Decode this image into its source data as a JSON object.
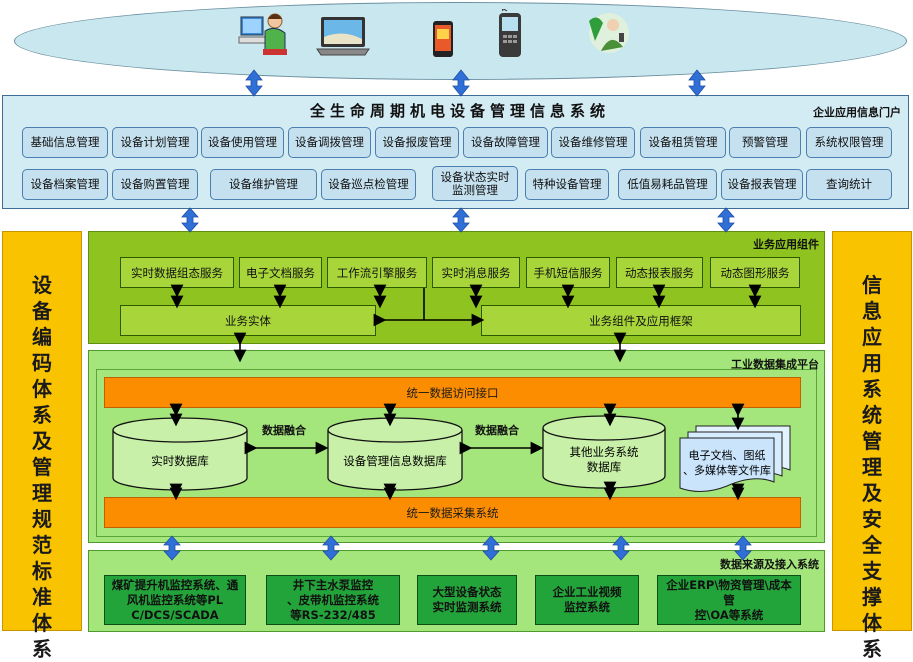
{
  "portal": {
    "title": "全生命周期机电设备管理信息系统",
    "corner_label": "企业应用信息门户",
    "modules_row1": [
      "基础信息管理",
      "设备计划管理",
      "设备使用管理",
      "设备调拨管理",
      "设备报废管理",
      "设备故障管理",
      "设备维修管理",
      "设备租赁管理",
      "预警管理",
      "系统权限管理"
    ],
    "modules_row2": [
      "设备档案管理",
      "设备购置管理",
      "设备维护管理",
      "设备巡点检管理",
      "设备状态实时监测管理",
      "特种设备管理",
      "低值易耗品管理",
      "设备报表管理",
      "查询统计"
    ]
  },
  "side_left": "设备编码体系及管理规范标准体系",
  "side_right": "信息应用系统管理及安全支撑体系",
  "business": {
    "corner_label": "业务应用组件",
    "services": [
      "实时数据组态服务",
      "电子文档服务",
      "工作流引擎服务",
      "实时消息服务",
      "手机短信服务",
      "动态报表服务",
      "动态图形服务"
    ],
    "entity": "业务实体",
    "framework": "业务组件及应用框架"
  },
  "platform": {
    "corner_label": "工业数据集成平台",
    "access_interface": "统一数据访问接口",
    "collect_system": "统一数据采集系统",
    "fusion_labels": [
      "数据融合",
      "数据融合"
    ],
    "db_realtime": "实时数据库",
    "db_mgmt": "设备管理信息数据库",
    "db_other": "其他业务系统数据库",
    "doc_library": "电子文档、图纸、多媒体等文件库"
  },
  "sources": {
    "corner_label": "数据来源及接入系统",
    "items": [
      "煤矿提升机监控系统、通风机监控系统等PLC/DCS/SCADA",
      "井下主水泵监控、皮带机监控系统等RS-232/485",
      "大型设备状态实时监测系统",
      "企业工业视频监控系统",
      "企业ERP\\物资管理\\成本管控\\OA等系统"
    ]
  },
  "devices": [
    "user-at-computer-icon",
    "laptop-icon",
    "smartphone-icon",
    "handheld-terminal-icon",
    "mobile-user-icon"
  ],
  "colors": {
    "portal_bg": "#d3ebf3",
    "green_layer": "#8fc31f",
    "platform": "#a5e67c",
    "orange": "#fd8d00",
    "side": "#f9c300",
    "arrow_blue": "#2f6fd6"
  }
}
